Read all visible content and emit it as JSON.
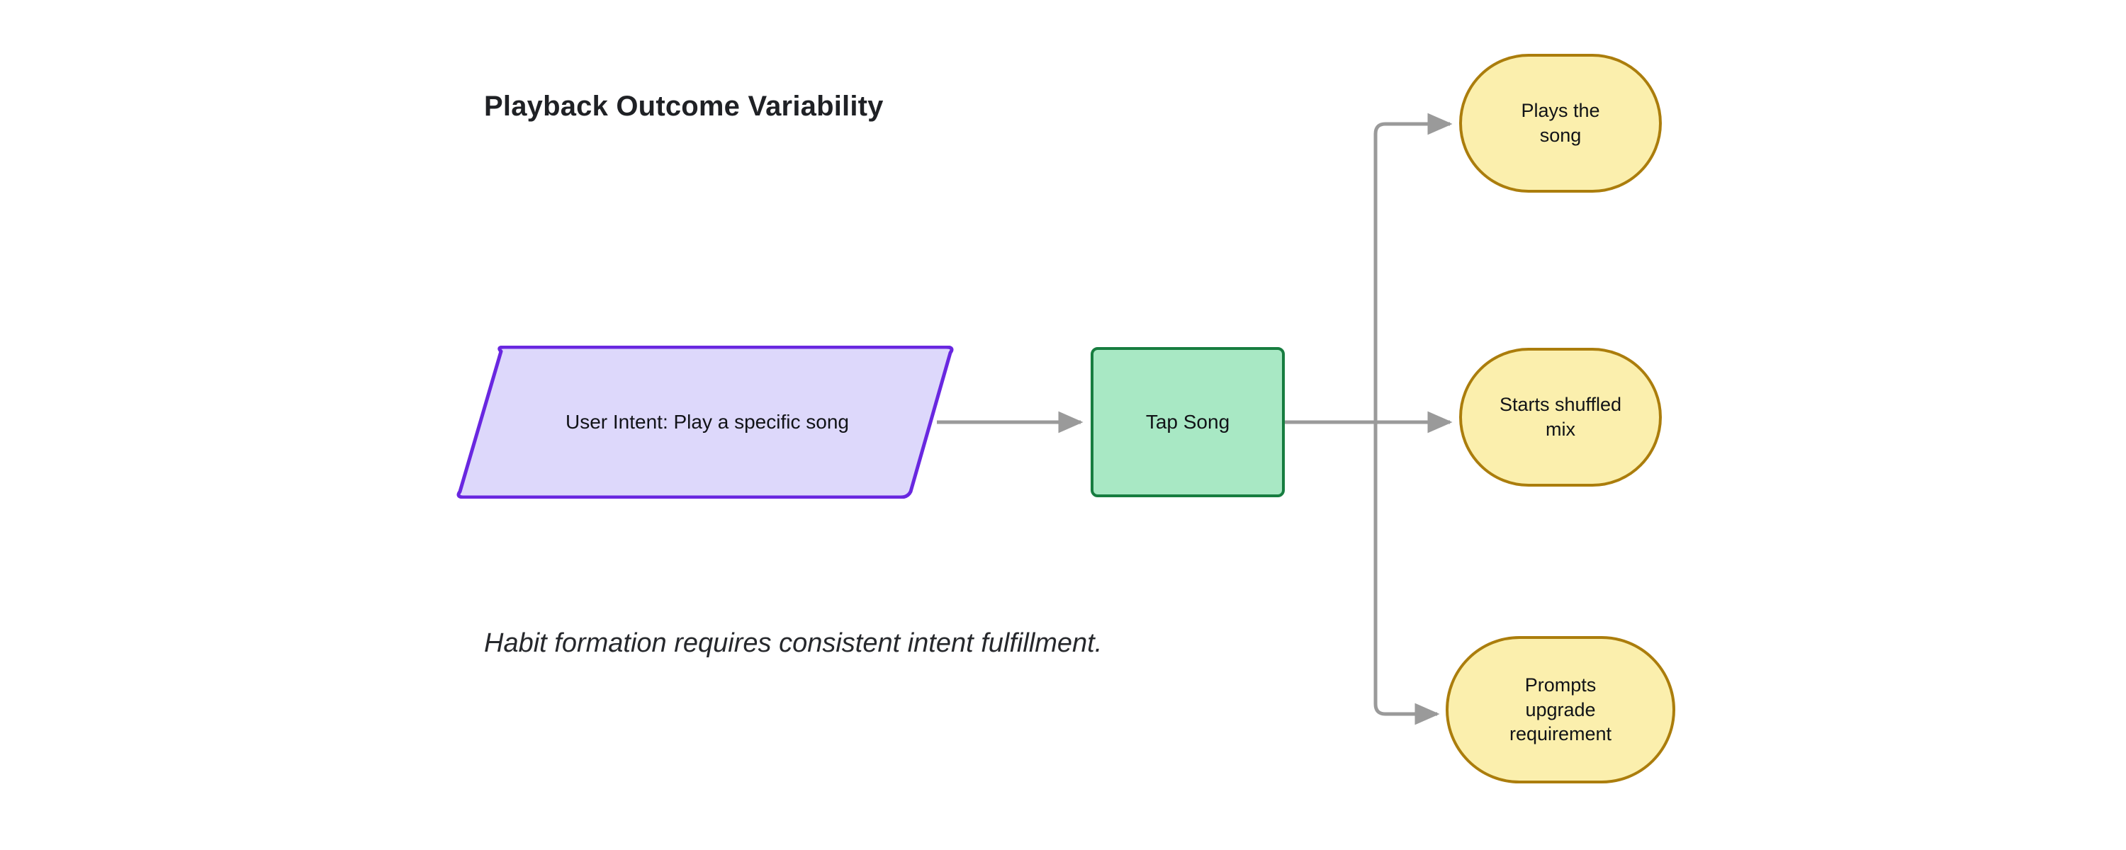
{
  "diagram": {
    "title": "Playback Outcome Variability",
    "caption": "Habit formation requires consistent intent fulfillment.",
    "background_color": "#ffffff",
    "edge_color": "#999999",
    "nodes": [
      {
        "id": "user-intent",
        "label": "User Intent: Play a specific song",
        "shape": "parallelogram",
        "fill": "#ddd8fb",
        "stroke": "#6927e0"
      },
      {
        "id": "tap-song",
        "label": "Tap Song",
        "shape": "rectangle",
        "fill": "#a8e8c4",
        "stroke": "#177d40"
      },
      {
        "id": "plays-song",
        "label": "Plays the\nsong",
        "shape": "stadium",
        "fill": "#fbefad",
        "stroke": "#ab7d0c"
      },
      {
        "id": "shuffled-mix",
        "label": "Starts shuffled\nmix",
        "shape": "stadium",
        "fill": "#fbefad",
        "stroke": "#ab7d0c"
      },
      {
        "id": "upgrade-prompt",
        "label": "Prompts\nupgrade\nrequirement",
        "shape": "stadium",
        "fill": "#fbefad",
        "stroke": "#ab7d0c"
      }
    ],
    "edges": [
      {
        "id": "intent-to-tap",
        "from": "user-intent",
        "to": "tap-song",
        "label": "",
        "arrow": "triangle"
      },
      {
        "id": "tap-to-plays",
        "from": "tap-song",
        "to": "plays-song",
        "label": "",
        "arrow": "triangle"
      },
      {
        "id": "tap-to-shuffled",
        "from": "tap-song",
        "to": "shuffled-mix",
        "label": "",
        "arrow": "triangle"
      },
      {
        "id": "tap-to-upgrade",
        "from": "tap-song",
        "to": "upgrade-prompt",
        "label": "",
        "arrow": "triangle"
      }
    ]
  }
}
